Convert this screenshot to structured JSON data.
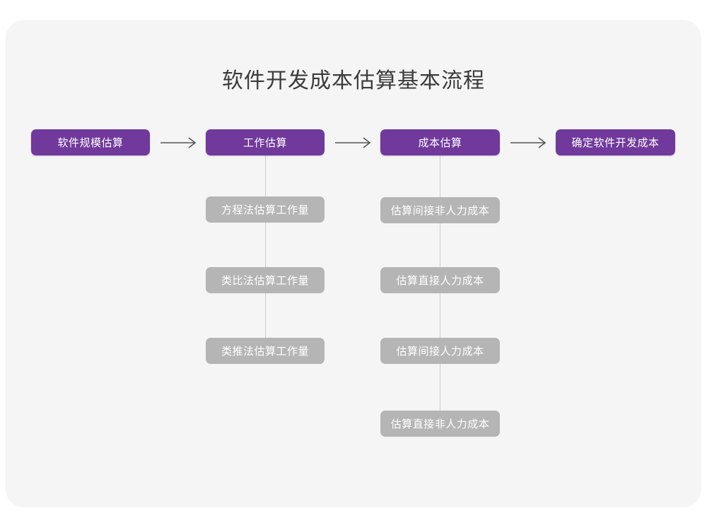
{
  "page": {
    "title": "软件开发成本估算基本流程",
    "background_color": "#ffffff",
    "card_color": "#f5f5f6"
  },
  "colors": {
    "primary": "#70399b",
    "secondary": "#b5b5b5",
    "title_text": "#3b3b3b",
    "connector": "#cfcfcf",
    "arrow": "#555555"
  },
  "chart_data": {
    "type": "diagram",
    "title": "软件开发成本估算基本流程",
    "main_flow": [
      {
        "id": "scale",
        "label": "软件规模估算"
      },
      {
        "id": "work",
        "label": "工作估算"
      },
      {
        "id": "cost",
        "label": "成本估算"
      },
      {
        "id": "final",
        "label": "确定软件开发成本"
      }
    ],
    "arrows": [
      {
        "from": "scale",
        "to": "work",
        "glyph": "arrow-right"
      },
      {
        "from": "work",
        "to": "cost",
        "glyph": "arrow-right"
      },
      {
        "from": "cost",
        "to": "final",
        "glyph": "arrow-right"
      }
    ],
    "branches": [
      {
        "parent": "work",
        "items": [
          {
            "label": "方程法估算工作量"
          },
          {
            "label": "类比法估算工作量"
          },
          {
            "label": "类推法估算工作量"
          }
        ]
      },
      {
        "parent": "cost",
        "items": [
          {
            "label": "估算间接非人力成本"
          },
          {
            "label": "估算直接人力成本"
          },
          {
            "label": "估算间接人力成本"
          },
          {
            "label": "估算直接非人力成本"
          }
        ]
      }
    ]
  }
}
